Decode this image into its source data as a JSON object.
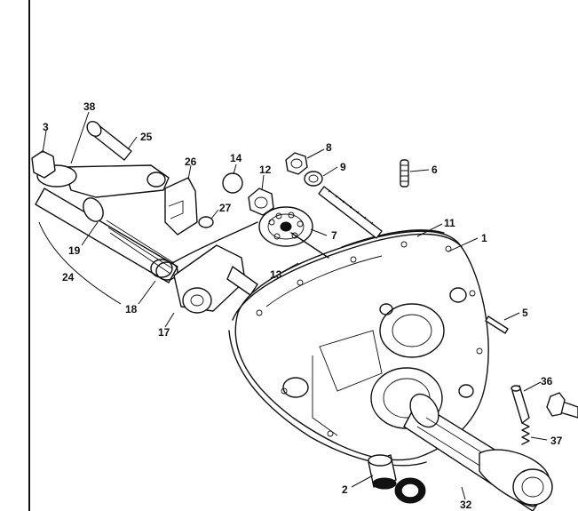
{
  "callouts": [
    {
      "id": "c1",
      "text": "1"
    },
    {
      "id": "c2",
      "text": "2"
    },
    {
      "id": "c3",
      "text": "3"
    },
    {
      "id": "c5",
      "text": "5"
    },
    {
      "id": "c6",
      "text": "6"
    },
    {
      "id": "c7",
      "text": "7"
    },
    {
      "id": "c8",
      "text": "8"
    },
    {
      "id": "c9",
      "text": "9"
    },
    {
      "id": "c11",
      "text": "11"
    },
    {
      "id": "c12",
      "text": "12"
    },
    {
      "id": "c13",
      "text": "13"
    },
    {
      "id": "c14",
      "text": "14"
    },
    {
      "id": "c17",
      "text": "17"
    },
    {
      "id": "c18",
      "text": "18"
    },
    {
      "id": "c19",
      "text": "19"
    },
    {
      "id": "c24",
      "text": "24"
    },
    {
      "id": "c25",
      "text": "25"
    },
    {
      "id": "c26",
      "text": "26"
    },
    {
      "id": "c27",
      "text": "27"
    },
    {
      "id": "c32",
      "text": "32"
    },
    {
      "id": "c36",
      "text": "36"
    },
    {
      "id": "c37",
      "text": "37"
    },
    {
      "id": "c38",
      "text": "38"
    }
  ]
}
